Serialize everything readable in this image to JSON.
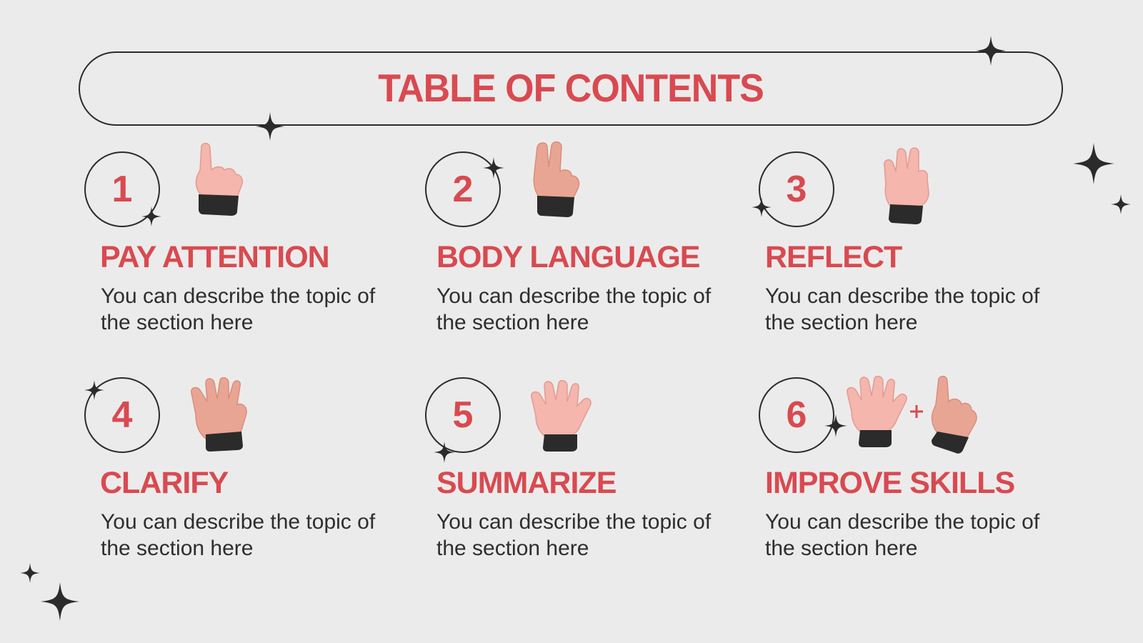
{
  "title": "TABLE OF CONTENTS",
  "colors": {
    "accent": "#d84a50",
    "ink": "#2b2b2b",
    "background": "#ecebeb"
  },
  "sections": [
    {
      "number": "1",
      "title": "PAY ATTENTION",
      "description": "You can describe the topic of the section here",
      "icon": "one-finger-hand-icon"
    },
    {
      "number": "2",
      "title": "BODY LANGUAGE",
      "description": "You can describe the topic of the section here",
      "icon": "two-fingers-hand-icon"
    },
    {
      "number": "3",
      "title": "REFLECT",
      "description": "You can describe the topic of the section here",
      "icon": "three-fingers-hand-icon"
    },
    {
      "number": "4",
      "title": "CLARIFY",
      "description": "You can describe the topic of the section here",
      "icon": "four-fingers-hand-icon"
    },
    {
      "number": "5",
      "title": "SUMMARIZE",
      "description": "You can describe the topic of the section here",
      "icon": "five-fingers-hand-icon"
    },
    {
      "number": "6",
      "title": "IMPROVE SKILLS",
      "description": "You can describe the topic of the section here",
      "icon": "five-plus-one-hands-icon"
    }
  ]
}
